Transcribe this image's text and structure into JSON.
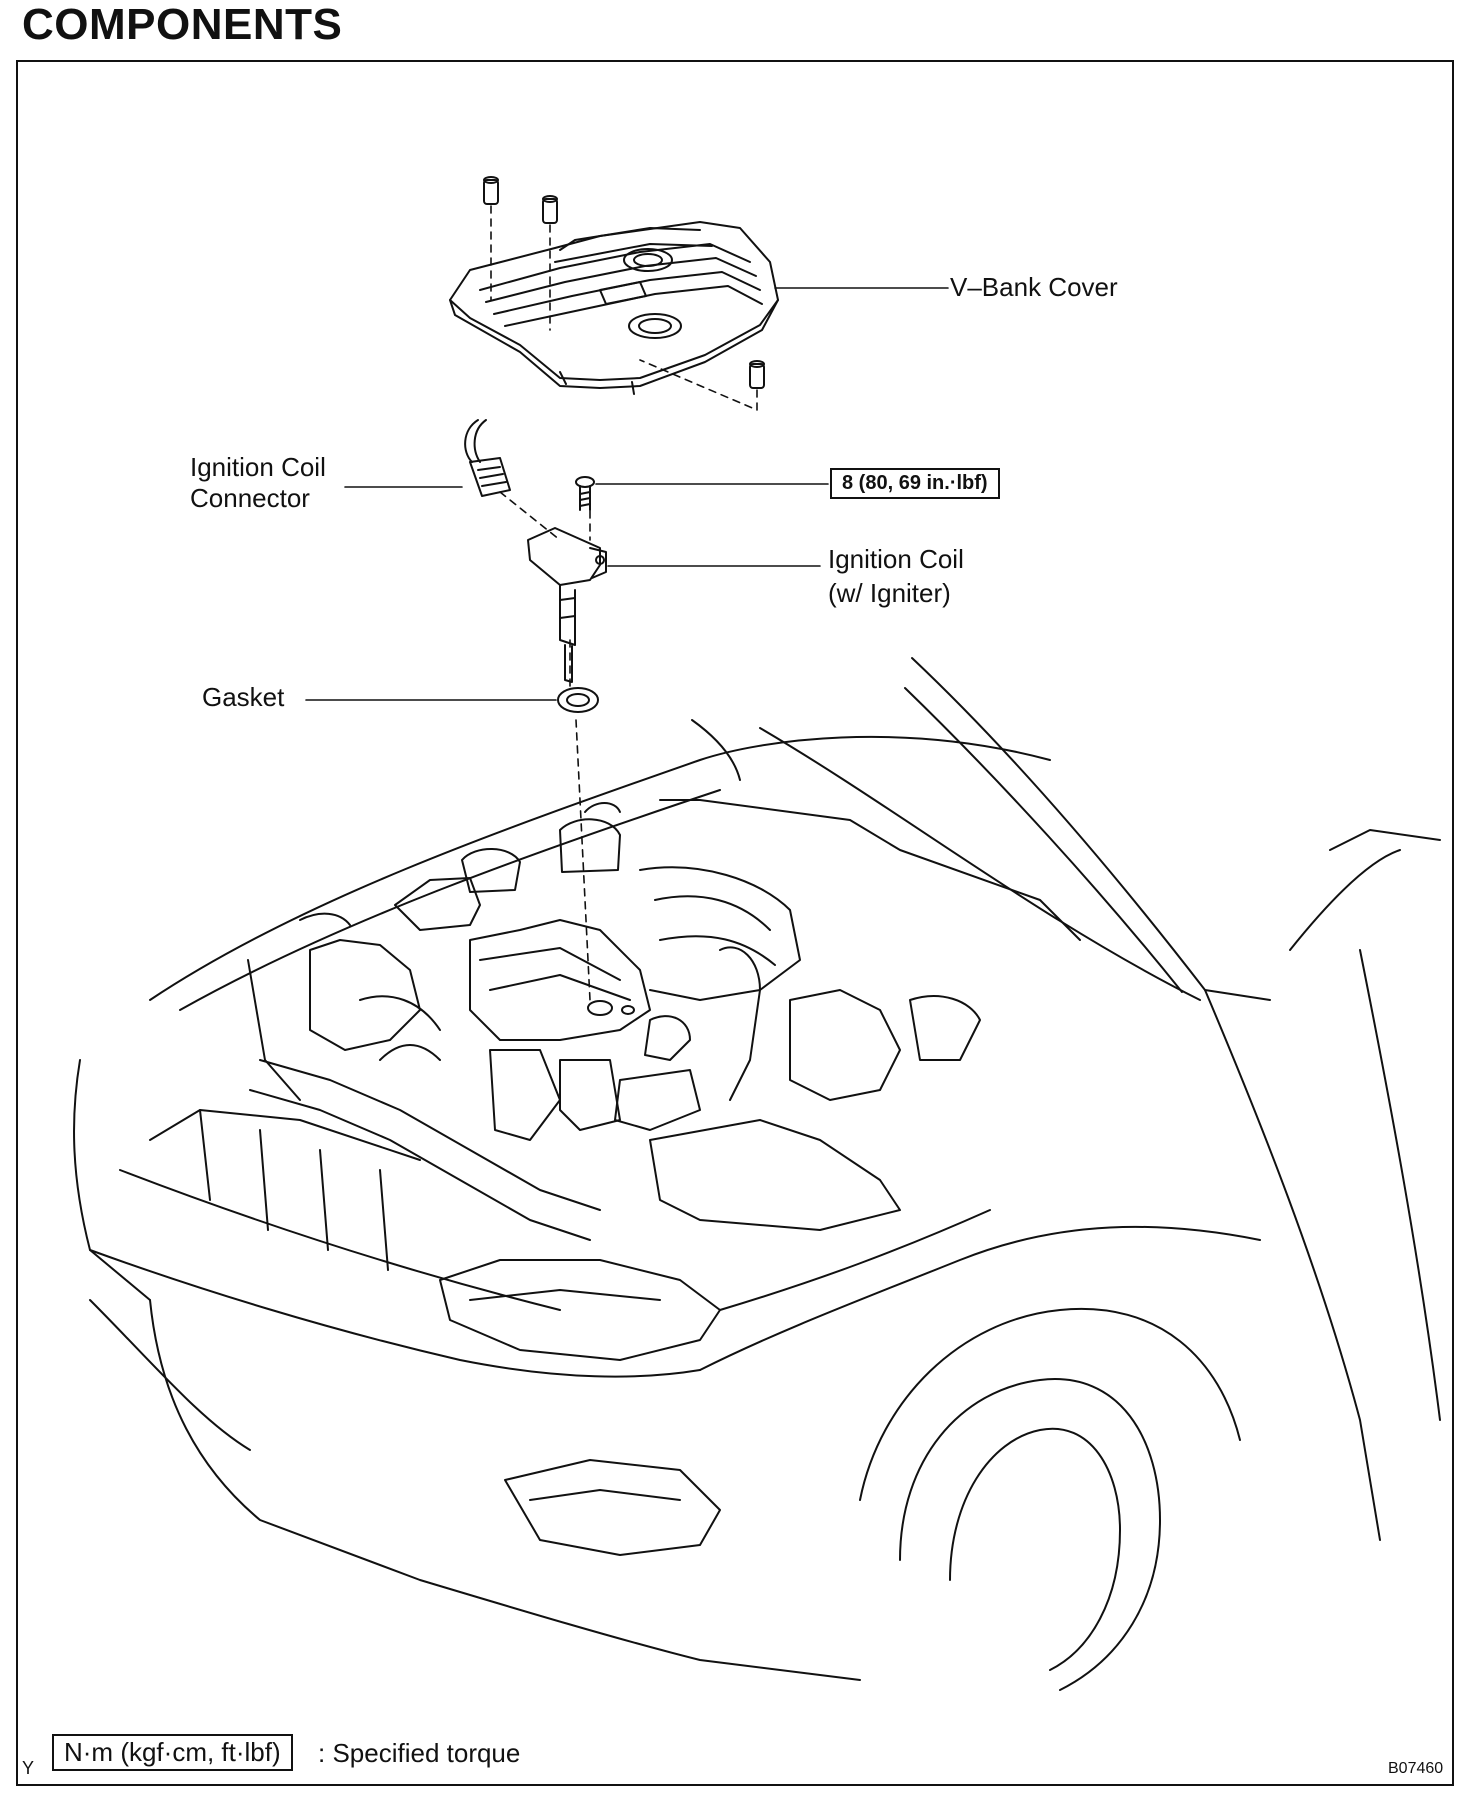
{
  "header": {
    "title": "COMPONENTS"
  },
  "labels": {
    "vbank_cover": "V–Bank Cover",
    "coil_connector_line1": "Ignition Coil",
    "coil_connector_line2": "Connector",
    "ignition_coil_line1": "Ignition Coil",
    "ignition_coil_line2": "(w/ Igniter)",
    "gasket": "Gasket"
  },
  "torque": {
    "bolt_spec": "8 (80, 69 in.·lbf)"
  },
  "legend": {
    "unit_box": "N·m (kgf·cm, ft·lbf)",
    "description": ": Specified torque"
  },
  "footer": {
    "corner_mark": "Y",
    "figure_code": "B07460"
  }
}
